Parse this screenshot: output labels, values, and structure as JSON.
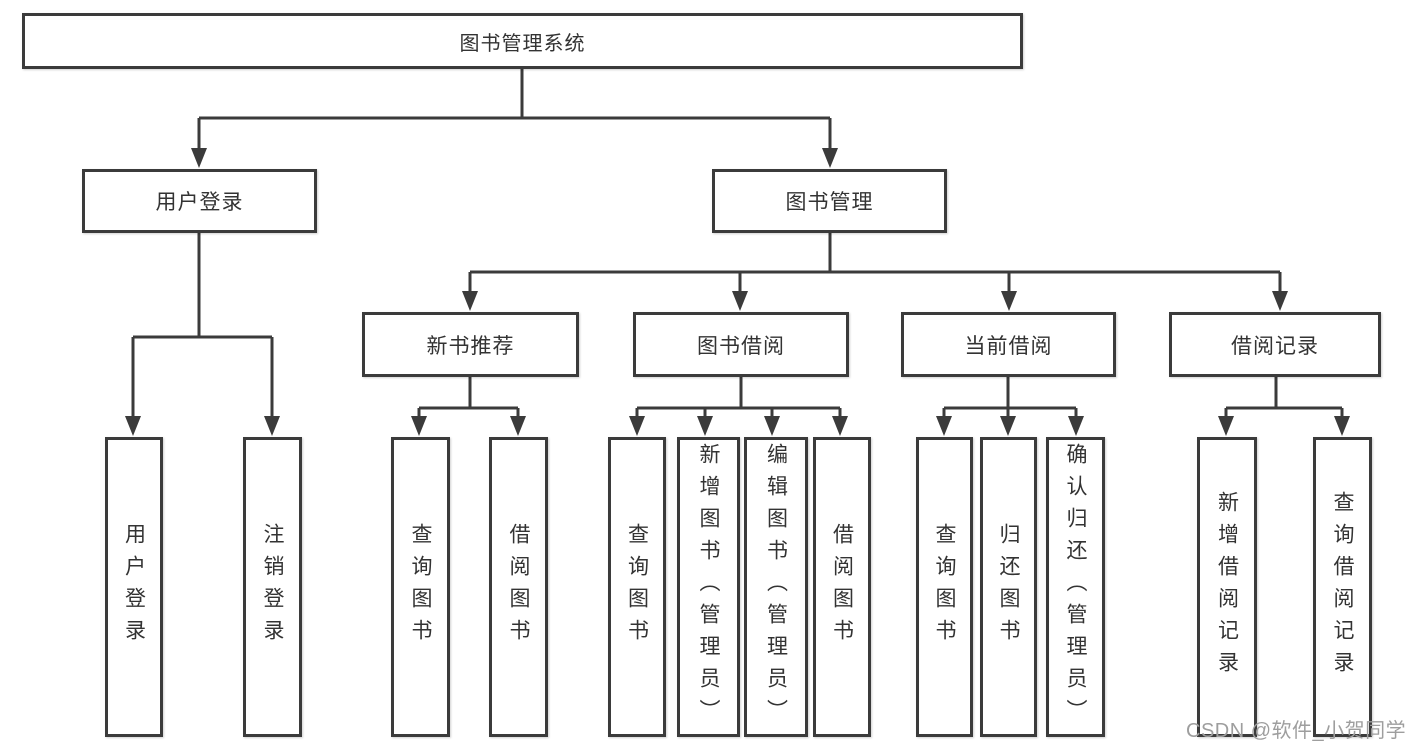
{
  "diagram": {
    "title": "图书管理系统",
    "watermark": "CSDN @软件_小贺同学",
    "colors": {
      "line": "#3b3b3b",
      "text": "#333333",
      "background": "#ffffff",
      "watermark": "#9e9e9e"
    },
    "tree": {
      "root": "图书管理系统",
      "branches": [
        {
          "label": "用户登录",
          "children": [
            "用户登录",
            "注销登录"
          ]
        },
        {
          "label": "图书管理",
          "groups": [
            {
              "label": "新书推荐",
              "children": [
                "查询图书",
                "借阅图书"
              ]
            },
            {
              "label": "图书借阅",
              "children": [
                "查询图书",
                "新增图书（管理员）",
                "编辑图书（管理员）",
                "借阅图书"
              ]
            },
            {
              "label": "当前借阅",
              "children": [
                "查询图书",
                "归还图书",
                "确认归还（管理员）"
              ]
            },
            {
              "label": "借阅记录",
              "children": [
                "新增借阅记录",
                "查询借阅记录"
              ]
            }
          ]
        }
      ]
    }
  }
}
